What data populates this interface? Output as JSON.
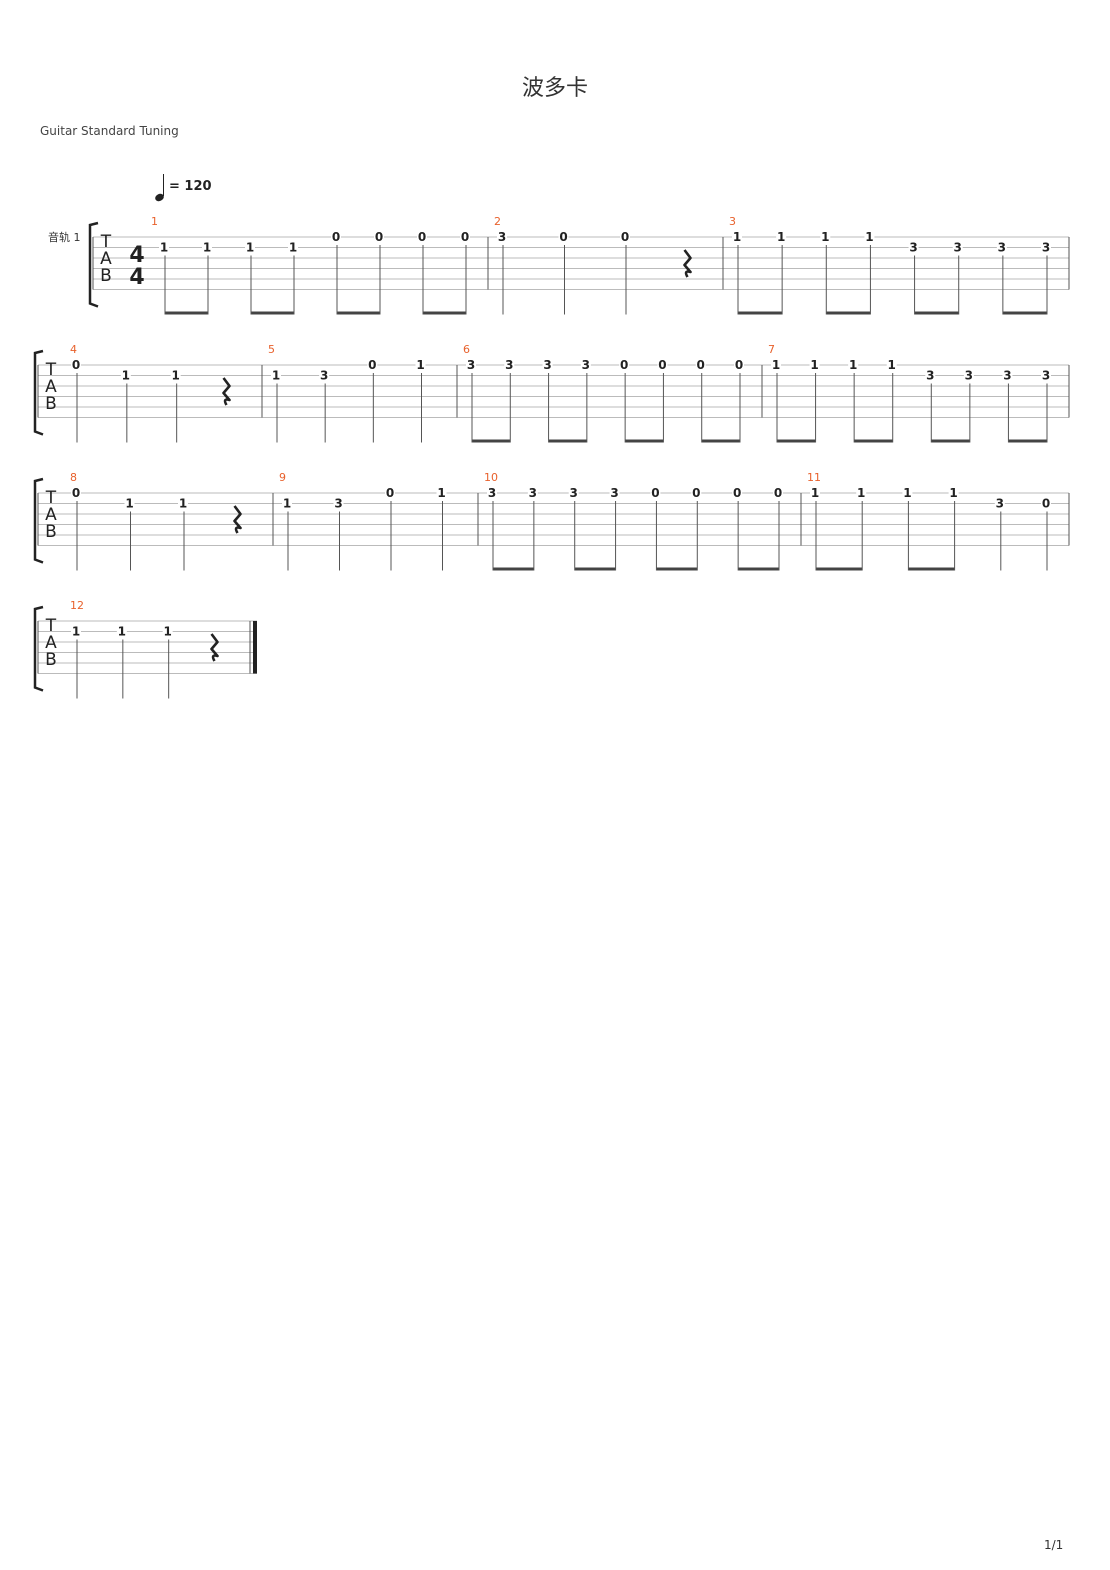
{
  "title": "波多卡",
  "tuning": "Guitar Standard Tuning",
  "tempo": {
    "symbol": "quarter-note-icon",
    "text": "= 120"
  },
  "track_name": "音轨 1",
  "page_number": "1/1",
  "tab_clef": [
    "T",
    "A",
    "B"
  ],
  "time_signature": {
    "numerator": "4",
    "denominator": "4"
  },
  "colors": {
    "measure_number": "#e8612c",
    "staff_line": "#bbbbbb",
    "ink": "#222222"
  },
  "measures": [
    {
      "number": "1",
      "notes": [
        {
          "f": "1",
          "s": 1
        },
        {
          "f": "1",
          "s": 1
        },
        {
          "f": "1",
          "s": 1
        },
        {
          "f": "1",
          "s": 1
        },
        {
          "f": "0",
          "s": 0
        },
        {
          "f": "0",
          "s": 0
        },
        {
          "f": "0",
          "s": 0
        },
        {
          "f": "0",
          "s": 0
        }
      ],
      "beams": [
        [
          0,
          1
        ],
        [
          2,
          3
        ],
        [
          4,
          5
        ],
        [
          6,
          7
        ]
      ]
    },
    {
      "number": "2",
      "notes": [
        {
          "f": "3",
          "s": 0
        },
        {
          "f": "0",
          "s": 0
        },
        {
          "f": "0",
          "s": 0
        },
        {
          "rest": true
        }
      ],
      "beams": []
    },
    {
      "number": "3",
      "notes": [
        {
          "f": "1",
          "s": 0
        },
        {
          "f": "1",
          "s": 0
        },
        {
          "f": "1",
          "s": 0
        },
        {
          "f": "1",
          "s": 0
        },
        {
          "f": "3",
          "s": 1
        },
        {
          "f": "3",
          "s": 1
        },
        {
          "f": "3",
          "s": 1
        },
        {
          "f": "3",
          "s": 1
        }
      ],
      "beams": [
        [
          0,
          1
        ],
        [
          2,
          3
        ],
        [
          4,
          5
        ],
        [
          6,
          7
        ]
      ]
    },
    {
      "number": "4",
      "notes": [
        {
          "f": "0",
          "s": 0
        },
        {
          "f": "1",
          "s": 1
        },
        {
          "f": "1",
          "s": 1
        },
        {
          "rest": true
        }
      ],
      "beams": []
    },
    {
      "number": "5",
      "notes": [
        {
          "f": "1",
          "s": 1
        },
        {
          "f": "3",
          "s": 1
        },
        {
          "f": "0",
          "s": 0
        },
        {
          "f": "1",
          "s": 0
        }
      ],
      "beams": []
    },
    {
      "number": "6",
      "notes": [
        {
          "f": "3",
          "s": 0
        },
        {
          "f": "3",
          "s": 0
        },
        {
          "f": "3",
          "s": 0
        },
        {
          "f": "3",
          "s": 0
        },
        {
          "f": "0",
          "s": 0
        },
        {
          "f": "0",
          "s": 0
        },
        {
          "f": "0",
          "s": 0
        },
        {
          "f": "0",
          "s": 0
        }
      ],
      "beams": [
        [
          0,
          1
        ],
        [
          2,
          3
        ],
        [
          4,
          5
        ],
        [
          6,
          7
        ]
      ]
    },
    {
      "number": "7",
      "notes": [
        {
          "f": "1",
          "s": 0
        },
        {
          "f": "1",
          "s": 0
        },
        {
          "f": "1",
          "s": 0
        },
        {
          "f": "1",
          "s": 0
        },
        {
          "f": "3",
          "s": 1
        },
        {
          "f": "3",
          "s": 1
        },
        {
          "f": "3",
          "s": 1
        },
        {
          "f": "3",
          "s": 1
        }
      ],
      "beams": [
        [
          0,
          1
        ],
        [
          2,
          3
        ],
        [
          4,
          5
        ],
        [
          6,
          7
        ]
      ]
    },
    {
      "number": "8",
      "notes": [
        {
          "f": "0",
          "s": 0
        },
        {
          "f": "1",
          "s": 1
        },
        {
          "f": "1",
          "s": 1
        },
        {
          "rest": true
        }
      ],
      "beams": []
    },
    {
      "number": "9",
      "notes": [
        {
          "f": "1",
          "s": 1
        },
        {
          "f": "3",
          "s": 1
        },
        {
          "f": "0",
          "s": 0
        },
        {
          "f": "1",
          "s": 0
        }
      ],
      "beams": []
    },
    {
      "number": "10",
      "notes": [
        {
          "f": "3",
          "s": 0
        },
        {
          "f": "3",
          "s": 0
        },
        {
          "f": "3",
          "s": 0
        },
        {
          "f": "3",
          "s": 0
        },
        {
          "f": "0",
          "s": 0
        },
        {
          "f": "0",
          "s": 0
        },
        {
          "f": "0",
          "s": 0
        },
        {
          "f": "0",
          "s": 0
        }
      ],
      "beams": [
        [
          0,
          1
        ],
        [
          2,
          3
        ],
        [
          4,
          5
        ],
        [
          6,
          7
        ]
      ]
    },
    {
      "number": "11",
      "notes": [
        {
          "f": "1",
          "s": 0
        },
        {
          "f": "1",
          "s": 0
        },
        {
          "f": "1",
          "s": 0
        },
        {
          "f": "1",
          "s": 0
        },
        {
          "f": "3",
          "s": 1
        },
        {
          "f": "0",
          "s": 1
        }
      ],
      "beams": [
        [
          0,
          1
        ],
        [
          2,
          3
        ]
      ]
    },
    {
      "number": "12",
      "notes": [
        {
          "f": "1",
          "s": 1
        },
        {
          "f": "1",
          "s": 1
        },
        {
          "f": "1",
          "s": 1
        },
        {
          "rest": true
        }
      ],
      "beams": []
    }
  ]
}
